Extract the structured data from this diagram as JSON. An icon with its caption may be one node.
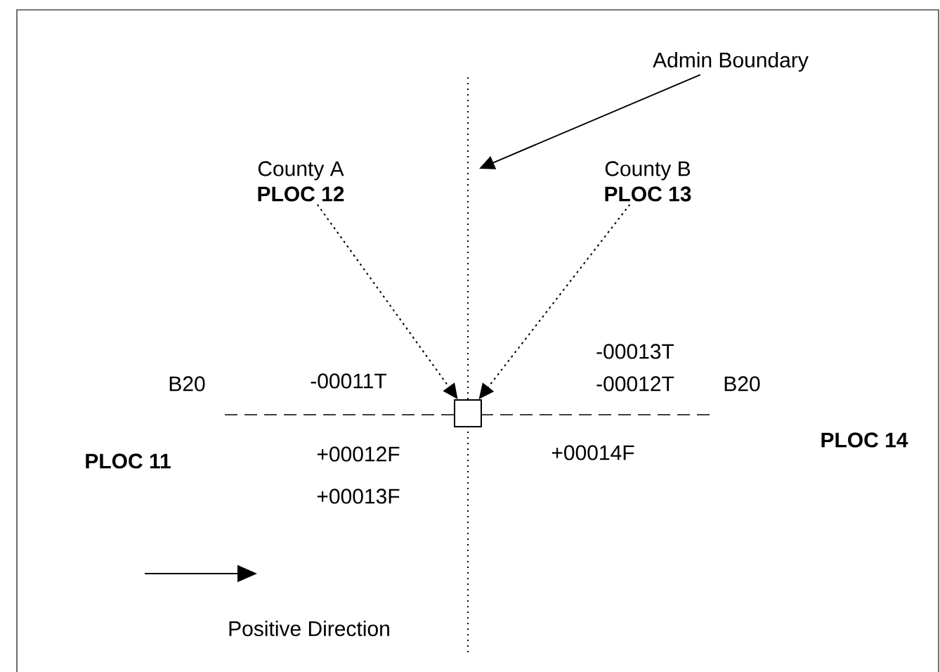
{
  "diagram": {
    "nodes": [
      {
        "text": [
          "County A",
          "PLOC 12"
        ]
      },
      {
        "text": [
          "County B",
          "PLOC 13"
        ]
      },
      {
        "text": [
          "Admin Boundary"
        ]
      },
      {
        "text": [],
        "shape": "box"
      }
    ],
    "edges": [
      {
        "from": 0,
        "to": 3,
        "arrow": "to",
        "style": "dashed"
      },
      {
        "from": 1,
        "to": 3,
        "arrow": "to",
        "style": "dashed"
      },
      {
        "from": 2,
        "to": null,
        "arrow": "to"
      }
    ],
    "labels": [
      "-00013T",
      "B20",
      "-00011T",
      "-00012T",
      "B20",
      "PLOC 14",
      "PLOC 11",
      "+00012F",
      "+00014F",
      "+00013F",
      "Positive Direction"
    ]
  }
}
